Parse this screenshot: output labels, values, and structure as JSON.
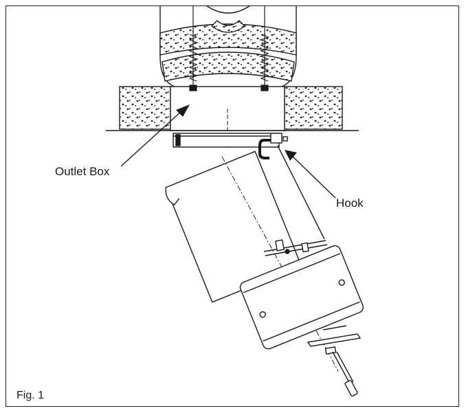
{
  "labels": {
    "outlet_box": "Outlet Box",
    "hook": "Hook",
    "figure": "Fig. 1"
  },
  "colors": {
    "line": "#1a1a1a",
    "background": "#ffffff"
  }
}
